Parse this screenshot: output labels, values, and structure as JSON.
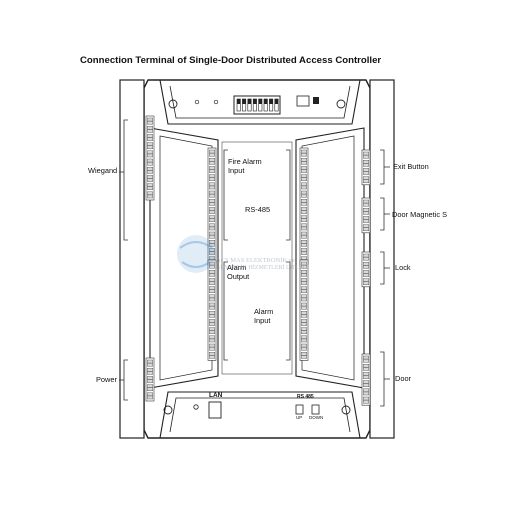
{
  "title": "Connection Terminal of Single-Door Distributed Access Controller",
  "left_labels": {
    "wiegand": "Wiegand",
    "power": "Power"
  },
  "inner_labels": {
    "fire_alarm_input": [
      "Fire Alarm",
      "Input"
    ],
    "rs485_mid": "RS-485",
    "alarm_output": [
      "Alarm",
      "Output"
    ],
    "alarm_input": [
      "Alarm",
      "Input"
    ]
  },
  "right_labels": {
    "exit_button": "Exit Button",
    "door_magnetic": "Door Magnetic S",
    "lock": "Lock",
    "door": "Door"
  },
  "bottom_labels": {
    "lan": "LAN",
    "rs485": "RS 485",
    "up": "UP",
    "down": "DOWN"
  },
  "watermark": {
    "line1": "ACS MAS ELEKTRONİK ve",
    "line2": "GÜVENLİK HİZMETLERİ LTD.ŞTİ."
  },
  "colors": {
    "line": "#222222",
    "terminal": "#555555",
    "watermark_blue": "#3c86c9"
  }
}
